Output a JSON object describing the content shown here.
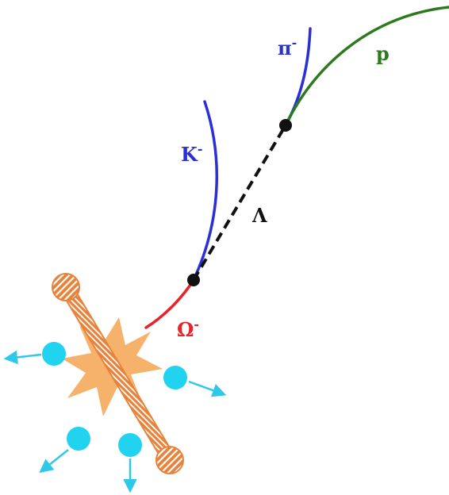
{
  "colors": {
    "omega_track": "#e8232a",
    "kaon_track": "#2a2fd6",
    "pion_track": "#2a2fd6",
    "proton_track": "#2d7a1e",
    "lambda_path": "#111111",
    "vertex": "#111111",
    "explosion": "#f6b26b",
    "rod": "#e8823a",
    "rod_hatch": "#ffffff",
    "particle": "#22d3f0",
    "particle_arrow": "#2fc8e8"
  },
  "labels": {
    "omega": "Ω",
    "omega_sign": "-",
    "kaon": "K",
    "kaon_sign": "-",
    "lambda": "Λ",
    "pion": "π",
    "pion_sign": "-",
    "proton": "p"
  },
  "icons": {
    "collision": "starburst-icon",
    "ion": "hatched-ball-icon",
    "fragment": "particle-icon"
  }
}
